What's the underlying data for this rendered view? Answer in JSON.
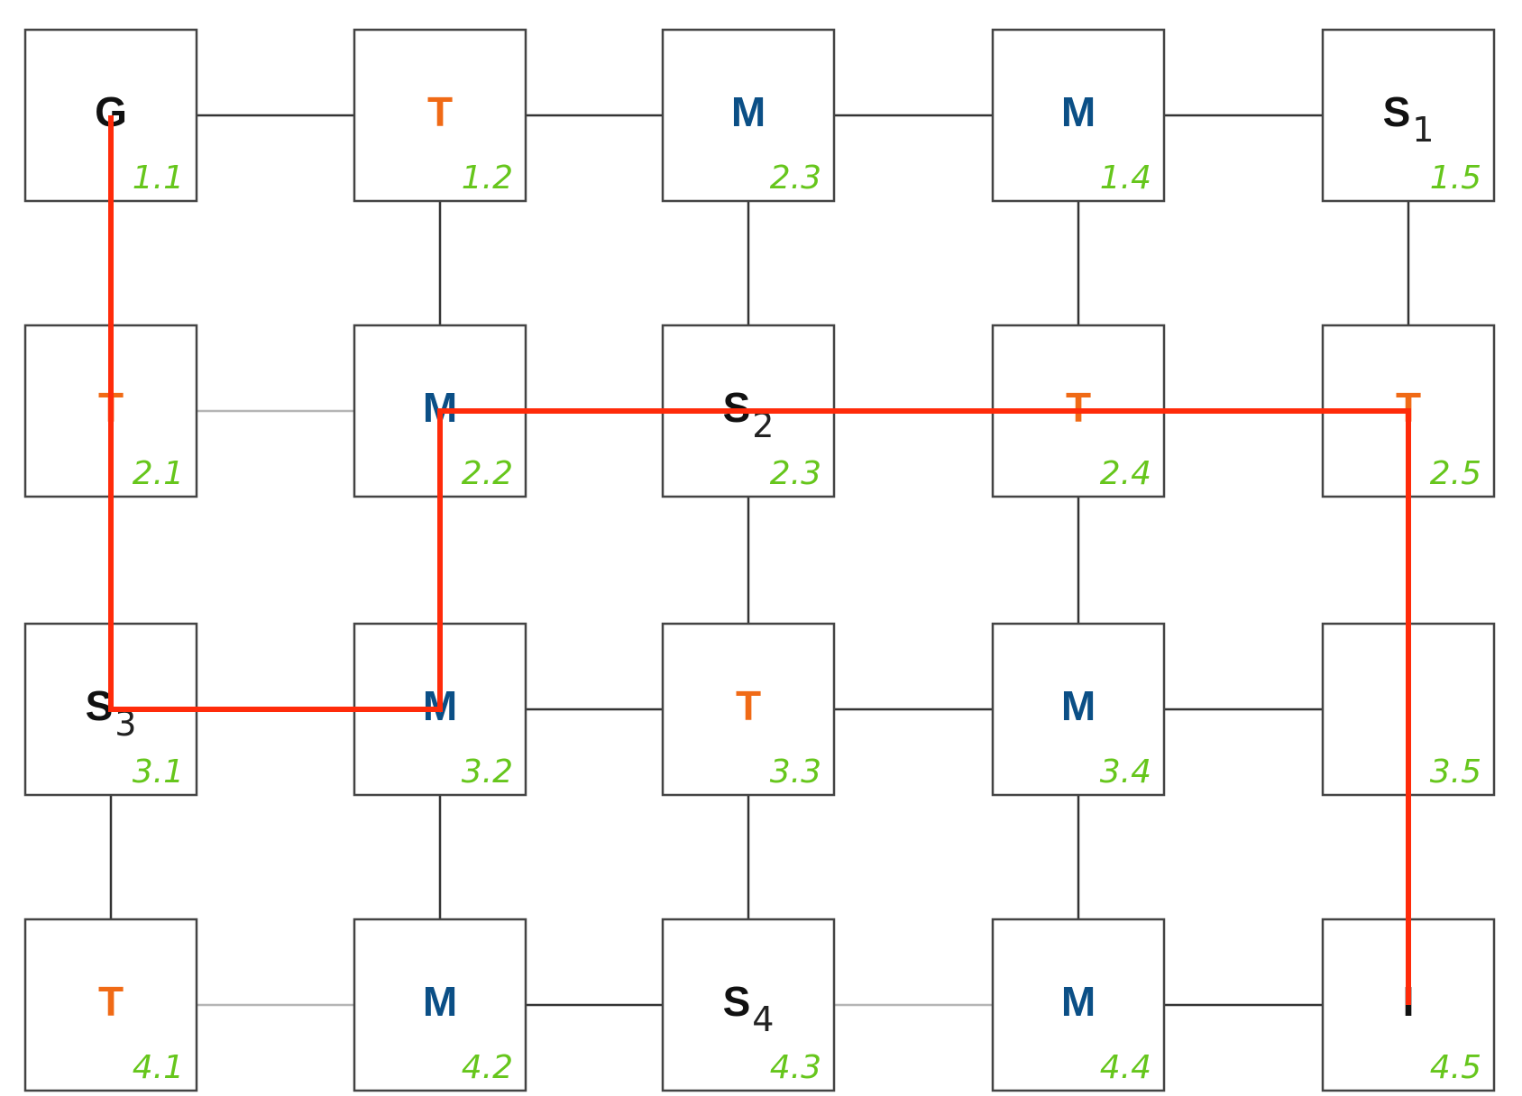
{
  "colors": {
    "G": "#111111",
    "S": "#111111",
    "I": "#111111",
    "T": "#f06a16",
    "M": "#0b4f86",
    "cell_id": "#66c61c",
    "path": "#ff2b0a",
    "edge": "#333333",
    "edge_light": "#b5b5b5"
  },
  "grid": {
    "rows": 4,
    "cols": 5,
    "cells": [
      [
        {
          "id": "1.1",
          "letter": "G",
          "sub": "",
          "kind": "G"
        },
        {
          "id": "1.2",
          "letter": "T",
          "sub": "",
          "kind": "T"
        },
        {
          "id": "2.3",
          "letter": "M",
          "sub": "",
          "kind": "M"
        },
        {
          "id": "1.4",
          "letter": "M",
          "sub": "",
          "kind": "M"
        },
        {
          "id": "1.5",
          "letter": "S",
          "sub": "1",
          "kind": "S"
        }
      ],
      [
        {
          "id": "2.1",
          "letter": "T",
          "sub": "",
          "kind": "T"
        },
        {
          "id": "2.2",
          "letter": "M",
          "sub": "",
          "kind": "M"
        },
        {
          "id": "2.3",
          "letter": "S",
          "sub": "2",
          "kind": "S"
        },
        {
          "id": "2.4",
          "letter": "T",
          "sub": "",
          "kind": "T"
        },
        {
          "id": "2.5",
          "letter": "T",
          "sub": "",
          "kind": "T"
        }
      ],
      [
        {
          "id": "3.1",
          "letter": "S",
          "sub": "3",
          "kind": "S"
        },
        {
          "id": "3.2",
          "letter": "M",
          "sub": "",
          "kind": "M"
        },
        {
          "id": "3.3",
          "letter": "T",
          "sub": "",
          "kind": "T"
        },
        {
          "id": "3.4",
          "letter": "M",
          "sub": "",
          "kind": "M"
        },
        {
          "id": "3.5",
          "letter": "",
          "sub": "",
          "kind": "empty"
        }
      ],
      [
        {
          "id": "4.1",
          "letter": "T",
          "sub": "",
          "kind": "T"
        },
        {
          "id": "4.2",
          "letter": "M",
          "sub": "",
          "kind": "M"
        },
        {
          "id": "4.3",
          "letter": "S",
          "sub": "4",
          "kind": "S"
        },
        {
          "id": "4.4",
          "letter": "M",
          "sub": "",
          "kind": "M"
        },
        {
          "id": "4.5",
          "letter": "I",
          "sub": "",
          "kind": "I"
        }
      ]
    ]
  },
  "horizontal_edges": [
    {
      "from": "1.1",
      "to": "1.2",
      "style": "dark"
    },
    {
      "from": "1.2",
      "to": "2.3",
      "style": "dark"
    },
    {
      "from": "2.3",
      "to": "1.4",
      "style": "dark"
    },
    {
      "from": "1.4",
      "to": "1.5",
      "style": "dark"
    },
    {
      "from": "2.1",
      "to": "2.2",
      "style": "light"
    },
    {
      "from": "2.2",
      "to": "2.3",
      "style": "dark"
    },
    {
      "from": "2.3",
      "to": "2.4",
      "style": "light"
    },
    {
      "from": "2.4",
      "to": "2.5",
      "style": "dark"
    },
    {
      "from": "3.1",
      "to": "3.2",
      "style": "dark"
    },
    {
      "from": "3.2",
      "to": "3.3",
      "style": "dark"
    },
    {
      "from": "3.3",
      "to": "3.4",
      "style": "dark"
    },
    {
      "from": "3.4",
      "to": "3.5",
      "style": "dark"
    },
    {
      "from": "4.1",
      "to": "4.2",
      "style": "light"
    },
    {
      "from": "4.2",
      "to": "4.3",
      "style": "dark"
    },
    {
      "from": "4.3",
      "to": "4.4",
      "style": "light"
    },
    {
      "from": "4.4",
      "to": "4.5",
      "style": "dark"
    }
  ],
  "vertical_edges": [
    {
      "from": "1.1",
      "to": "2.1"
    },
    {
      "from": "1.2",
      "to": "2.2"
    },
    {
      "from": "2.3",
      "to": "2.3"
    },
    {
      "from": "1.4",
      "to": "2.4"
    },
    {
      "from": "1.5",
      "to": "2.5"
    },
    {
      "from": "2.1",
      "to": "3.1"
    },
    {
      "from": "2.3",
      "to": "3.3"
    },
    {
      "from": "2.4",
      "to": "3.4"
    },
    {
      "from": "3.1",
      "to": "4.1"
    },
    {
      "from": "3.2",
      "to": "4.2"
    },
    {
      "from": "3.3",
      "to": "4.3"
    },
    {
      "from": "3.4",
      "to": "4.4"
    }
  ],
  "path": {
    "label": "",
    "waypoints": [
      "4.5",
      "2.5",
      "2.2",
      "3.2",
      "3.1",
      "1.1"
    ]
  }
}
